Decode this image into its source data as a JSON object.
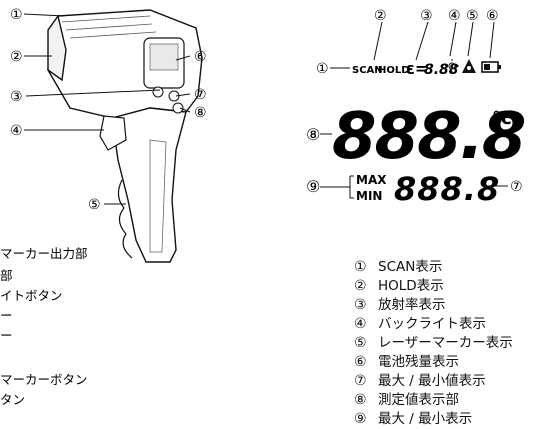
{
  "gun": {
    "callouts": [
      "①",
      "②",
      "③",
      "④",
      "⑤",
      "⑥",
      "⑦",
      "⑧"
    ],
    "labels": [
      "マーカー出力部",
      "部",
      "イトボタン",
      "ー",
      "ー",
      "マーカーボタン",
      "タン"
    ]
  },
  "lcd": {
    "callouts": [
      "①",
      "②",
      "③",
      "④",
      "⑤",
      "⑥",
      "⑦",
      "⑧",
      "⑨"
    ],
    "scan": "SCAN",
    "hold": "HOLD",
    "emissivity_symbol": "ε=",
    "emissivity_digits": "8.88",
    "main_digits": "888.8",
    "unit": "°c",
    "max": "MAX",
    "min": "MIN",
    "sub_digits": "888.8"
  },
  "legend": [
    {
      "num": "①",
      "text": "SCAN表示"
    },
    {
      "num": "②",
      "text": "HOLD表示"
    },
    {
      "num": "③",
      "text": "放射率表示"
    },
    {
      "num": "④",
      "text": "バックライト表示"
    },
    {
      "num": "⑤",
      "text": "レーザーマーカー表示"
    },
    {
      "num": "⑥",
      "text": "電池残量表示"
    },
    {
      "num": "⑦",
      "text": "最大 / 最小値表示"
    },
    {
      "num": "⑧",
      "text": "測定値表示部"
    },
    {
      "num": "⑨",
      "text": "最大 / 最小表示"
    }
  ]
}
